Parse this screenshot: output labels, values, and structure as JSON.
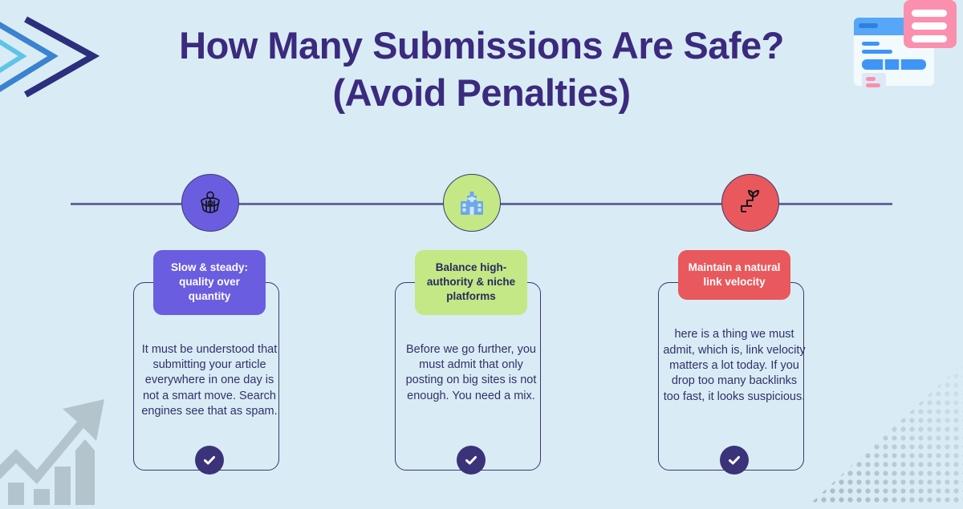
{
  "theme": {
    "background": "#d9ecf5",
    "title_color": "#3b2a7e",
    "line_color": "#63689c",
    "card_border": "#3b3670",
    "body_text": "#31306b",
    "check_badge": "#3b3379"
  },
  "title": {
    "line1": "How Many Submissions Are Safe?",
    "line2": "(Avoid Penalties)"
  },
  "timeline": {
    "nodes": [
      {
        "icon": "basket-icon",
        "color": "#6a5de0"
      },
      {
        "icon": "university-building-icon",
        "color": "#c3e885"
      },
      {
        "icon": "seedling-growth-icon",
        "color": "#e9585c"
      }
    ]
  },
  "steps": [
    {
      "label": "Slow & steady: quality over quantity",
      "label_color": "#6a5de0",
      "description": "It must be understood that submitting your article everywhere in one day is not a smart move. Search engines see that as spam.",
      "badge": "check-icon"
    },
    {
      "label": "Balance high-authority & niche platforms",
      "label_color": "#c3e885",
      "description": "Before we go further, you must admit that only posting on big sites is not enough. You need a mix.",
      "badge": "check-icon"
    },
    {
      "label": "Maintain a natural link velocity",
      "label_color": "#e9585c",
      "description": "here is a thing we must admit, which is, link velocity matters a lot today. If you drop too many backlinks too fast, it looks suspicious.",
      "badge": "check-icon"
    }
  ],
  "decorations": {
    "chevrons": "triple-chevron-icon",
    "document_widget": "document-card-icon",
    "growth_arrow": "growth-arrow-icon",
    "dot_pattern": "halftone-dots-icon"
  }
}
